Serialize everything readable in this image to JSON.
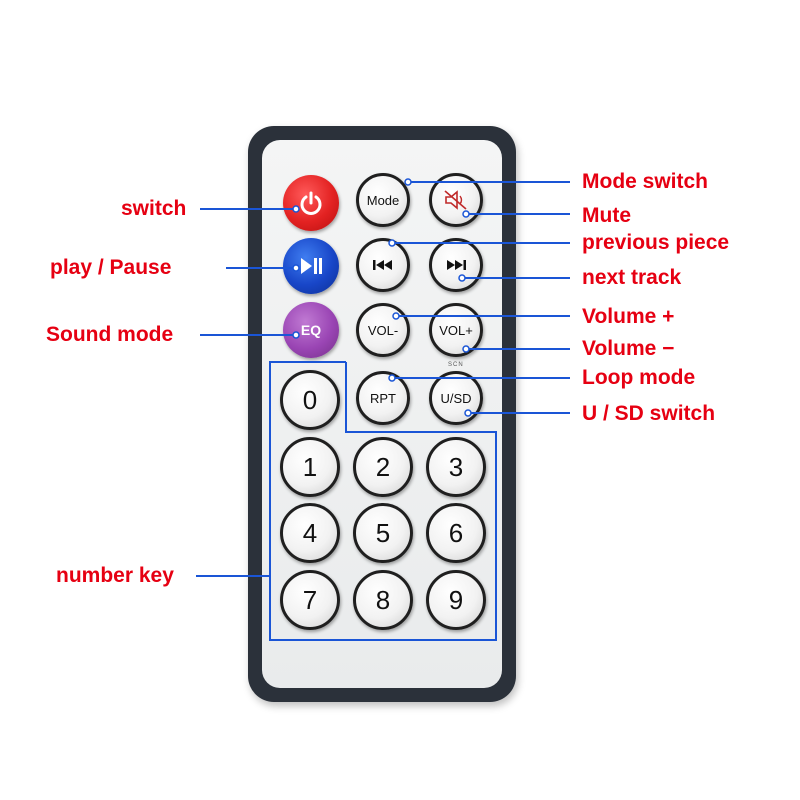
{
  "labels": {
    "switch": "switch",
    "play_pause": "play / Pause",
    "sound_mode": "Sound mode",
    "number_key": "number key",
    "mode_switch": "Mode switch",
    "mute": "Mute",
    "previous_piece": "previous piece",
    "next_track": "next track",
    "volume_up": "Volume +",
    "volume_down": "Volume −",
    "loop_mode": "Loop mode",
    "usd_switch": "U / SD switch"
  },
  "buttons": {
    "eq": "EQ",
    "mode": "Mode",
    "vol_minus": "VOL-",
    "vol_plus": "VOL+",
    "rpt": "RPT",
    "usd": "U/SD",
    "scn": "SCN",
    "digits": [
      "0",
      "1",
      "2",
      "3",
      "4",
      "5",
      "6",
      "7",
      "8",
      "9"
    ]
  },
  "colors": {
    "label": "#e60012",
    "leader_line": "#1a55d6",
    "power_button": "#e32222",
    "play_button": "#1846c8",
    "eq_button": "#9a45b4",
    "remote_frame": "#2b313a"
  },
  "icons": [
    "power-icon",
    "play-pause-icon",
    "mute-icon",
    "previous-icon",
    "next-icon"
  ]
}
